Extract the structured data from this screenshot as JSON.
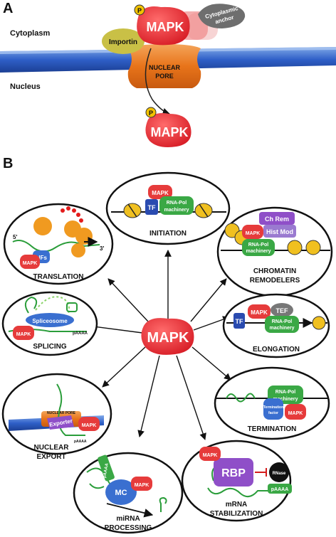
{
  "panel_a": {
    "letter": "A",
    "cytoplasm": "Cytoplasm",
    "nucleus": "Nucleus",
    "importin": "Importin",
    "mapk_top": "MAPK",
    "anchor_line1": "Cytoplasmic",
    "anchor_line2": "anchor",
    "pore_line1": "NUCLEAR",
    "pore_line2": "PORE",
    "phospho": "P",
    "mapk_nuclear": "MAPK"
  },
  "panel_b": {
    "letter": "B",
    "center_mapk": "MAPK",
    "mapk": "MAPK",
    "initiation": {
      "title": "INITIATION",
      "tf": "TF",
      "pol_line1": "RNA-Pol",
      "pol_line2": "machinery"
    },
    "chromatin": {
      "title_line1": "CHROMATIN",
      "title_line2": "REMODELERS",
      "ch_rem": "Ch Rem",
      "hist_mod": "Hist Mod",
      "pol_line1": "RNA-Pol",
      "pol_line2": "machinery"
    },
    "elongation": {
      "title": "ELONGATION",
      "tf": "TF",
      "tef": "TEF",
      "pol_line1": "RNA-Pol",
      "pol_line2": "machinery"
    },
    "termination": {
      "title": "TERMINATION",
      "pol_line1": "RNA-Pol",
      "pol_line2": "machinery",
      "factor_line1": "Termination",
      "factor_line2": "factor"
    },
    "stabilization": {
      "title_line1": "mRNA",
      "title_line2": "STABILIZATION",
      "rbp": "RBP",
      "rnase": "RNase",
      "polya": "pAAAA"
    },
    "mirna": {
      "title_line1": "miRNA",
      "title_line2": "PROCESSING",
      "mc": "MC",
      "polya": "pAAAA"
    },
    "export": {
      "title_line1": "NUCLEAR",
      "title_line2": "EXPORT",
      "pore": "NUCLEAR PORE",
      "exporter": "Exporter",
      "polya": "pAAAA"
    },
    "splicing": {
      "title": "SPLICING",
      "spliceosome": "Spliceosome",
      "polya": "pAAAA"
    },
    "translation": {
      "title": "TRANSLATION",
      "eifs": "eIFs",
      "five_prime": "5'",
      "three_prime": "3'"
    }
  }
}
